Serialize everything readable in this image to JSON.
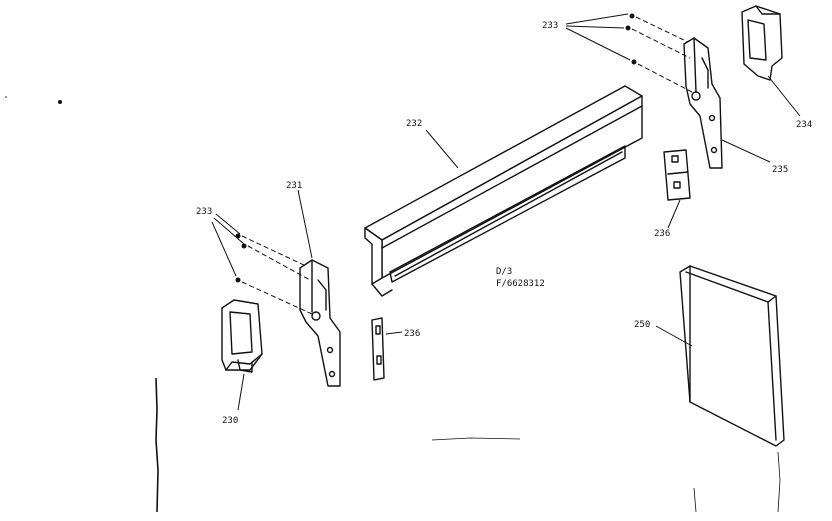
{
  "diagram": {
    "labels": {
      "p230": "230",
      "p231": "231",
      "p232": "232",
      "p233_left": "233",
      "p233_right": "233",
      "p234": "234",
      "p235": "235",
      "p236_left": "236",
      "p236_right": "236",
      "p250": "250"
    },
    "drawing_code": {
      "line1": "D/3",
      "line2": "F/6628312"
    },
    "line_color": "#111111",
    "background_color": "#ffffff"
  }
}
